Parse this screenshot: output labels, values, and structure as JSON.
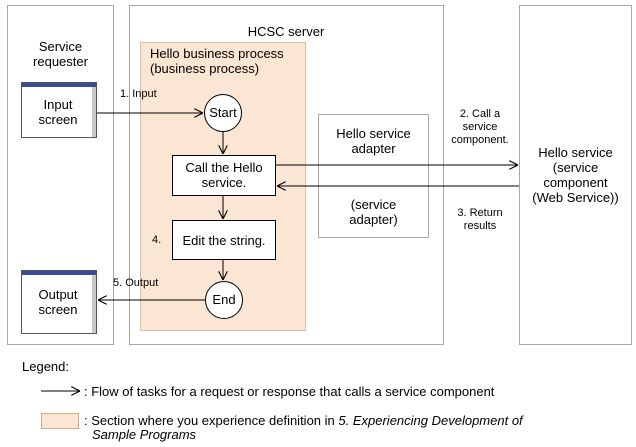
{
  "requester": {
    "title_line1": "Service",
    "title_line2": "requester",
    "input_screen_line1": "Input",
    "input_screen_line2": "screen",
    "output_screen_line1": "Output",
    "output_screen_line2": "screen"
  },
  "server": {
    "title": "HCSC server",
    "business_process_line1": "Hello business process",
    "business_process_line2": "(business process)",
    "start": "Start",
    "call_line1": "Call the Hello",
    "call_line2": "service.",
    "edit_prefix": "4.",
    "edit": "Edit the string.",
    "end": "End",
    "adapter_line1": "Hello service",
    "adapter_line2": "adapter",
    "adapter_note_line1": "(service",
    "adapter_note_line2": "adapter)"
  },
  "service": {
    "line1": "Hello service",
    "line2": "(service",
    "line3": "component",
    "line4": "(Web Service))"
  },
  "arrows": {
    "input": "1. Input",
    "call_line1": "2. Call a",
    "call_line2": "service",
    "call_line3": "component.",
    "return_line1": "3. Return",
    "return_line2": "results",
    "output": "5. Output"
  },
  "legend": {
    "title": "Legend:",
    "arrow_desc": ": Flow of tasks for a request or response that calls a service component",
    "section_desc_prefix": ": Section where you experience definition in ",
    "section_desc_ref_line1": "5. Experiencing Development of",
    "section_desc_ref_line2": "Sample Programs"
  },
  "colors": {
    "business_process_fill": "#fbe5d3",
    "panel_border": "#a8a8a8",
    "screen_titlebar": "#3a4a9a"
  }
}
